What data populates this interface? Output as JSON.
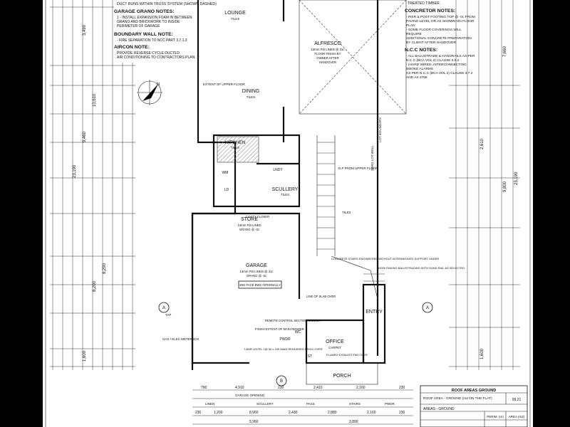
{
  "notes_left": {
    "truss_note": "DUCT RUNS WITHIN TRUSS SYSTEM (SHOWN DASHED)",
    "garage_title": "GARAGE GRANO NOTES:",
    "garage_1": "1 - INSTALL EXPANSION FOAM IN BETWEEN",
    "garage_2": "GRANO AND BRICKWORK TO INSIDE",
    "garage_3": "PERIMETER OF GARAGE",
    "boundary_title": "BOUNDARY WALL NOTE:",
    "boundary_1": "- FIRE SEPARATION TO NCC PART 3.7.1.3",
    "aircon_title": "AIRCON NOTE:",
    "aircon_1": "PROVIDE REVERSE CYCLE DUCTED",
    "aircon_2": "AIR CONDITIONING TO CONTRACTORS PLAN"
  },
  "notes_right": {
    "treated": "TREATED TIMBER.",
    "concretor_title": "CONCRETOR NOTES:",
    "c1": "- PIER & POST FOOTING TOP @ -0c FROM",
    "c2": "PAVING LEVEL OR AS SHOWN ON FLOOR",
    "c3": "PLAN",
    "c4": "- SOME FLOOR COVERINGS WILL",
    "c5": "REQUIRE",
    "c6": "ADDITIONAL CONCRETE PREPARATION",
    "c7": "BY CLIENT AFTER HANDOVER",
    "ncc_title": "N.C.C NOTES:",
    "n1": "- ALL BALUSTRADE & HANDRAILS AS PER",
    "n2": "N.C.C (BCA VOL 2) CLAUSE 3.9.2",
    "n3": "- (HARD WIRED, INTERCONNECTING",
    "n4": "SMOKE ALARMS",
    "n5": "AS PER N.C.C (BCA VOL 2) CLAUSE 3.7.2",
    "n6": "AND AS 3786"
  },
  "rooms": {
    "lounge": "LOUNGE",
    "lounge_sub": "TILES",
    "dining": "DINING",
    "dining_sub": "TILES",
    "alfresco": "ALFRESCO",
    "alfresco_sub1": "13mm P.B LINED @ 31c",
    "alfresco_sub2": "FLOOR FINISH BY",
    "alfresco_sub3": "OWNER AFTER",
    "alfresco_sub4": "HANDOVER",
    "kitchen": "KITCHEN",
    "kitchen_sub": "TILES",
    "scullery": "SCULLERY",
    "scullery_sub": "TILES",
    "store": "STORE",
    "store_sub1": "13mm P.B LINED",
    "store_sub2": "GRANO @ -0c",
    "garage": "GARAGE",
    "garage_sub1": "13mm P.B LINED @ 31c",
    "garage_sub2": "GRANO @ -0c",
    "office": "OFFICE",
    "office_sub": "CARPET",
    "entry": "ENTRY",
    "porch": "PORCH",
    "wc": "WC",
    "st": "ST",
    "lndy": "LNDY",
    "pwdr": "PWDR",
    "wm": "WM",
    "ld": "LD"
  },
  "labels": {
    "upper_floors": "EXTENT OF UPPER FLOOR",
    "tiles": "TILES",
    "dp_upper": "D.P FROM UPPER FLOOR",
    "concrete_stairs": "CONCRETE STAIRS ENGINEERED WITHOUT INTERMEDIATE SUPPORT UNDER",
    "balustrade": "1000h RAKING BALUSTRADING WITH HAND RAIL AS SELECTED",
    "remote": "REMOTE CONTROL SECTIONAL DOOR",
    "finish_render": "FINISH EXTENT OF MAIN RENDER",
    "tbar": "T-BAR LINTEL 2@ 90 x 190 MAIN RENDERED BRICK OVER",
    "flumed": "FLUMED EXHAUST FAN OVER",
    "cavity": "CAVITY CLOSER",
    "line_slab": "LINE OF SLAB OVER",
    "double_face": "2ND FACE BWK INTERNALLY",
    "gas_elec": "GAS / ELEC METERBOX",
    "tap": "TAP",
    "zero_lot": "ZERO LOT WALL",
    "lot_boundary": "LOT BOUNDARY",
    "marker_a": "A",
    "marker_b": "B"
  },
  "dims_left": [
    "3,490",
    "10,610",
    "9,460",
    "23,190",
    "8,290",
    "8,200",
    "1,600"
  ],
  "dims_right": [
    "7,660",
    "9,800",
    "23,190",
    "2,610",
    "1,600"
  ],
  "dims_bottom_top": [
    "790",
    "4,910",
    "230",
    "2,410",
    "2,160",
    "230"
  ],
  "dims_bottom_mid": [
    "230",
    "1,200",
    "8,960",
    "2,430",
    "2,880",
    "2,160",
    "230"
  ],
  "dims_bottom_labels": [
    "GARAGE OPENING",
    "LINEN",
    "SCULLERY",
    "PASS",
    "STAIRS",
    "PWDR"
  ],
  "dims_bottom_last": [
    "5,960",
    "3,890"
  ],
  "roof_table": {
    "title": "ROOF AREAS GROUND",
    "row1_label": "ROOF AREA - GROUND (m2 ON THE FLAT)",
    "row1_value": "99.21",
    "areas_title": "AREAS - GROUND",
    "col1": "PERIM. (m)",
    "col2": "AREA (m2)"
  },
  "north": "N"
}
